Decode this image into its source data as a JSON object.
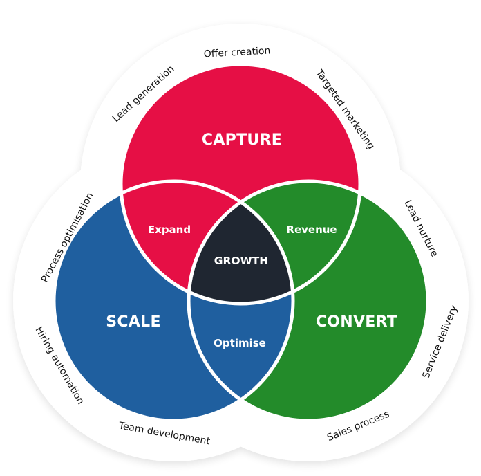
{
  "diagram": {
    "colors": {
      "capture": "#E60F45",
      "scale": "#1F5F9F",
      "convert": "#238B2A",
      "growth": "#1F2631",
      "ring": "#FFFFFF",
      "text_dark": "#111111",
      "text_light": "#FFFFFF"
    },
    "circles": {
      "capture": {
        "label": "CAPTURE"
      },
      "scale": {
        "label": "SCALE"
      },
      "convert": {
        "label": "CONVERT"
      }
    },
    "overlaps": {
      "capture_scale": {
        "label": "Expand"
      },
      "capture_convert": {
        "label": "Revenue"
      },
      "scale_convert": {
        "label": "Optimise"
      },
      "all": {
        "label": "GROWTH"
      }
    },
    "ring_labels": {
      "capture": [
        "Lead generation",
        "Offer creation",
        "Targeted marketing"
      ],
      "convert": [
        "Lead nurture",
        "Service delivery",
        "Sales process"
      ],
      "scale": [
        "Team development",
        "Hiring automation",
        "Process optimisation"
      ]
    }
  }
}
